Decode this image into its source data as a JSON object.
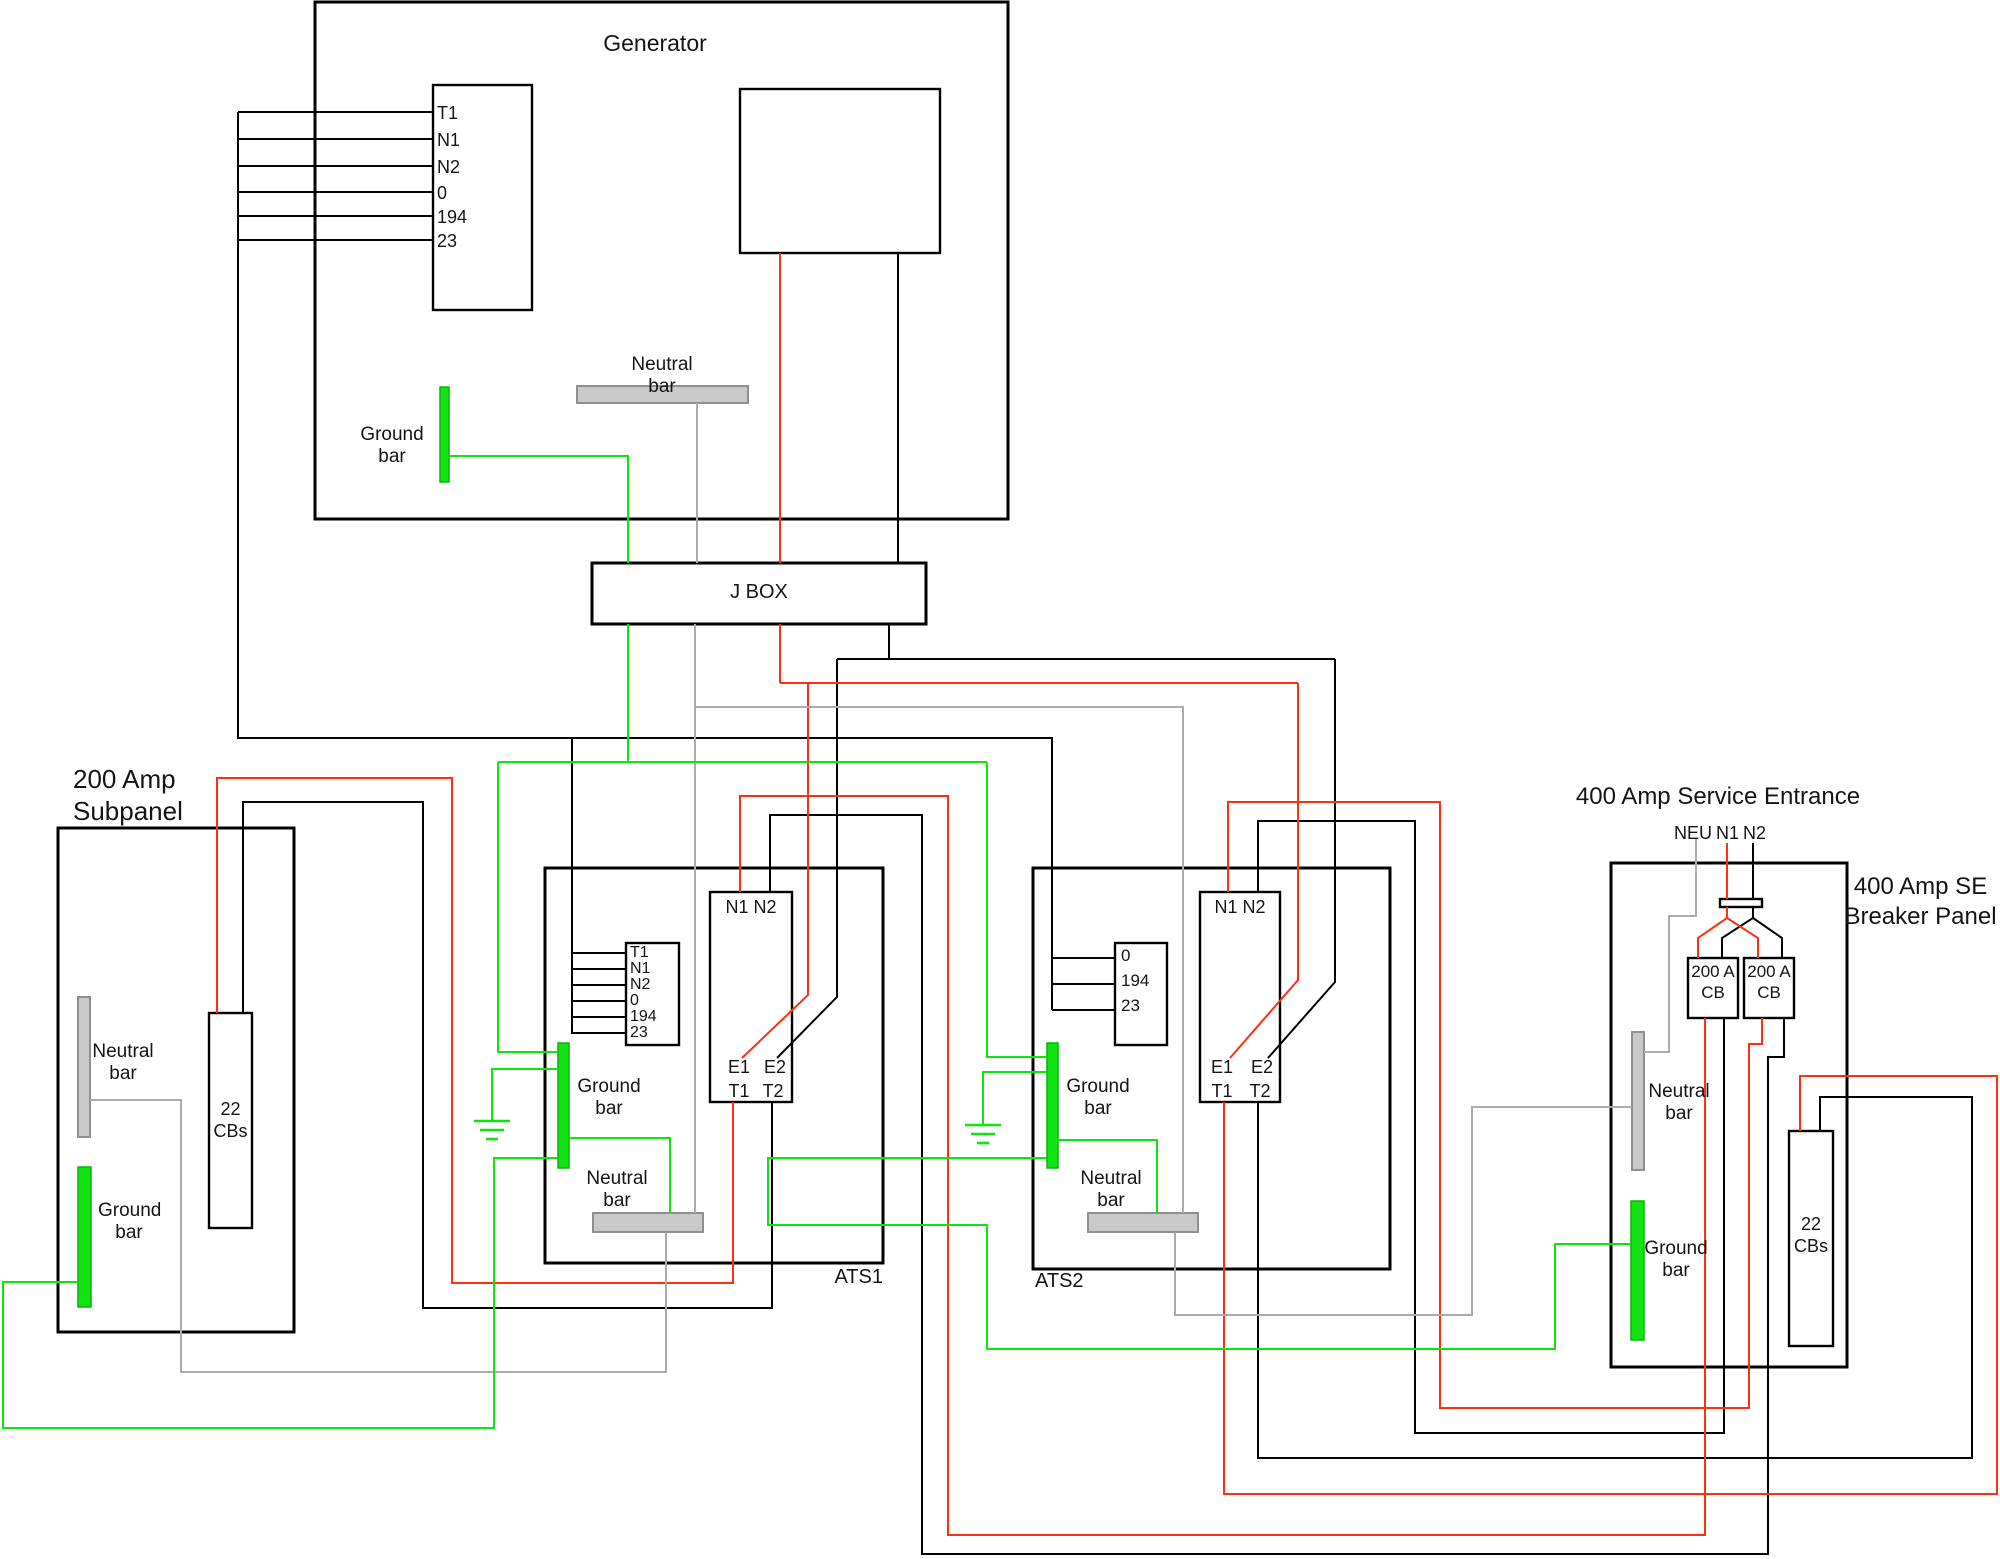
{
  "colors": {
    "wire_red": "#ff2f10",
    "wire_green": "#0de60d",
    "wire_gray": "#ababab",
    "wire_black": "#000000",
    "bar_gray_fill": "#c9c9c9",
    "bar_gray_stroke": "#8f8f8f",
    "bar_green_fill": "#12e412",
    "bar_green_stroke": "#0ab20a"
  },
  "generator": {
    "title": "Generator",
    "terminals": [
      "T1",
      "N1",
      "N2",
      "0",
      "194",
      "23"
    ],
    "ground_bar_label": "Ground\nbar",
    "neutral_bar_label": "Neutral\nbar"
  },
  "jbox": {
    "label": "J BOX"
  },
  "subpanel": {
    "title": "200 Amp\nSubpanel",
    "neutral_bar_label": "Neutral\nbar",
    "ground_bar_label": "Ground\nbar",
    "breakers_label": "22\nCBs"
  },
  "ats1": {
    "label": "ATS1",
    "terminals": [
      "T1",
      "N1",
      "N2",
      "0",
      "194",
      "23"
    ],
    "switch_top": "N1 N2",
    "e1": "E1",
    "e2": "E2",
    "t1": "T1",
    "t2": "T2",
    "ground_bar_label": "Ground\nbar",
    "neutral_bar_label": "Neutral\nbar"
  },
  "ats2": {
    "label": "ATS2",
    "terminals": [
      "0",
      "194",
      "23"
    ],
    "switch_top": "N1 N2",
    "e1": "E1",
    "e2": "E2",
    "t1": "T1",
    "t2": "T2",
    "ground_bar_label": "Ground\nbar",
    "neutral_bar_label": "Neutral\nbar"
  },
  "service_entrance": {
    "title": "400 Amp Service Entrance",
    "feed_labels": [
      "NEU",
      "N1",
      "N2"
    ],
    "cb_left_label": "200 A\nCB",
    "cb_right_label": "200 A\nCB",
    "neutral_bar_label": "Neutral\nbar",
    "ground_bar_label": "Ground\nbar"
  },
  "breaker_panel": {
    "title": "400 Amp SE\nBreaker Panel",
    "breakers_label": "22\nCBs"
  }
}
